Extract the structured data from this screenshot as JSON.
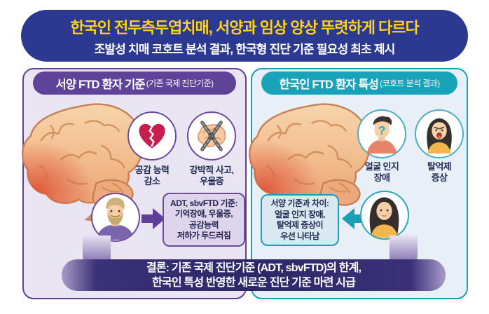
{
  "banner": {
    "title": "한국인 전두측두엽치매, 서양과 임상 양상 뚜렷하게 다르다",
    "subtitle": "조발성 치매 코호트 분석 결과, 한국형 진단 기준 필요성 최초 제시"
  },
  "left_panel": {
    "header_title": "서양 FTD 환자 기준",
    "header_note": "(기존 국제 진단기준)",
    "icons": [
      {
        "icon": "broken-heart-icon",
        "label_line1": "공감 능력",
        "label_line2": "감소"
      },
      {
        "icon": "chained-brain-icon",
        "label_line1": "강박적 사고,",
        "label_line2": "우울증"
      }
    ],
    "avatar": "western-man-avatar",
    "bubble_line1": "ADT, sbvFTD 기준:",
    "bubble_line2": "기억장애, 우울증,",
    "bubble_line3": "공감능력",
    "bubble_line4": "저하가 두드러짐"
  },
  "right_panel": {
    "header_title": "한국인 FTD 환자 특성",
    "header_note": "(코호트 분석 결과)",
    "icons": [
      {
        "icon": "face-question-icon",
        "label_line1": "얼굴 인지",
        "label_line2": "장애"
      },
      {
        "icon": "disinhibition-woman-icon",
        "label_line1": "탈억제",
        "label_line2": "증상"
      }
    ],
    "avatar": "korean-woman-avatar",
    "bubble_line1": "서양 기준과 차이:",
    "bubble_line2": "얼굴 인지 장애,",
    "bubble_line3": "탈억제 증상이",
    "bubble_line4": "우선 나타남"
  },
  "conclusion": {
    "line1": "결론: 기존 국제 진단기준 (ADT, sbvFTD)의 한계,",
    "line2": "한국인 특성 반영한 새로운 진단 기준 마련 시급"
  },
  "colors": {
    "banner_bg": "#2b3990",
    "banner_title_text": "#ffd21c",
    "left_accent": "#5f3f97",
    "right_accent": "#1b9fb6",
    "conclusion_bg": "#2c2867",
    "broken_heart": "#c81e4f"
  }
}
